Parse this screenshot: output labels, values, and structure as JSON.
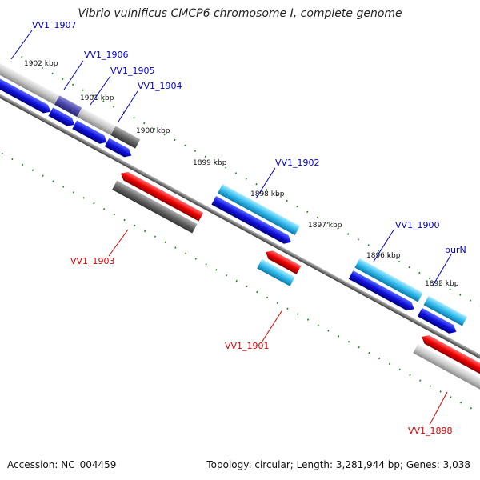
{
  "map": {
    "title": "Vibrio vulnificus CMCP6 chromosome I, complete genome",
    "accession": "Accession: NC_004459",
    "summary": "Topology: circular; Length: 3,281,944 bp; Genes: 3,038"
  },
  "ticks": [
    "1902 kbp",
    "1901 kbp",
    "1900 kbp",
    "1899 kbp",
    "1898 kbp",
    "1897 kbp",
    "1896 kbp",
    "1895 kbp"
  ],
  "gene_labels": {
    "vv1_1907": "VV1_1907",
    "vv1_1906": "VV1_1906",
    "vv1_1905": "VV1_1905",
    "vv1_1904": "VV1_1904",
    "vv1_1902": "VV1_1902",
    "vv1_1900": "VV1_1900",
    "purn": "purN",
    "vv1_1903": "VV1_1903",
    "vv1_1901": "VV1_1901",
    "vv1_1898": "VV1_1898"
  },
  "colors": {
    "forward_label": "#0000cc",
    "reverse_label": "#dd0000",
    "tick": "#1a7a1a",
    "backbone": "#7a7a7a",
    "cds_forward": "#1010dd",
    "cds_reverse": "#ee0000",
    "gene_forward_light": "#33bbee",
    "gene_gray": "#666666",
    "gene_light_gray": "#c8c8c8"
  }
}
